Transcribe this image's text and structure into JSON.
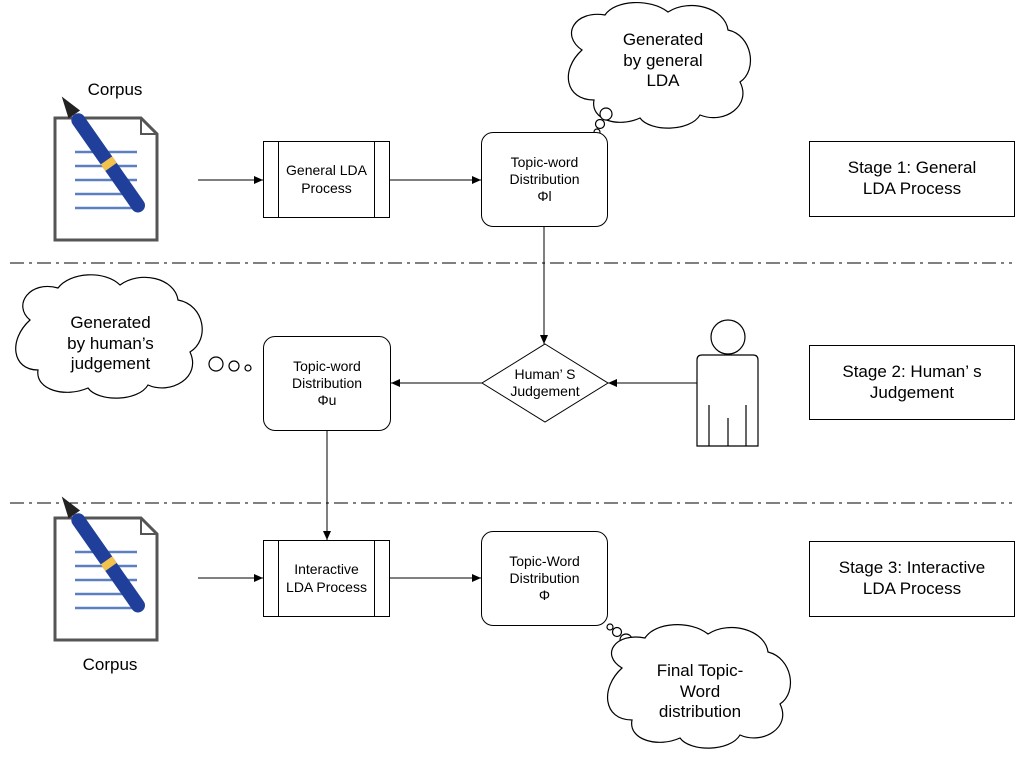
{
  "corpus_top_label": "Corpus",
  "corpus_bottom_label": "Corpus",
  "general_process": [
    "General LDA",
    "Process"
  ],
  "dist_general": [
    "Topic-word",
    "Distribution",
    "Φl"
  ],
  "cloud_general": [
    "Generated",
    "by general",
    "LDA"
  ],
  "stage1": [
    "Stage 1: General",
    "LDA Process"
  ],
  "cloud_human": [
    "Generated",
    "by human’s",
    "judgement"
  ],
  "dist_user": [
    "Topic-word",
    "Distribution",
    "Φu"
  ],
  "judgement": [
    "Human’ S",
    "Judgement"
  ],
  "stage2": [
    "Stage 2: Human’ s",
    "Judgement"
  ],
  "interactive_process": [
    "Interactive",
    "LDA Process"
  ],
  "dist_final": [
    "Topic-Word",
    "Distribution",
    "Φ"
  ],
  "stage3": [
    "Stage 3: Interactive",
    "LDA Process"
  ],
  "cloud_final": [
    "Final Topic-",
    "Word",
    "distribution"
  ]
}
